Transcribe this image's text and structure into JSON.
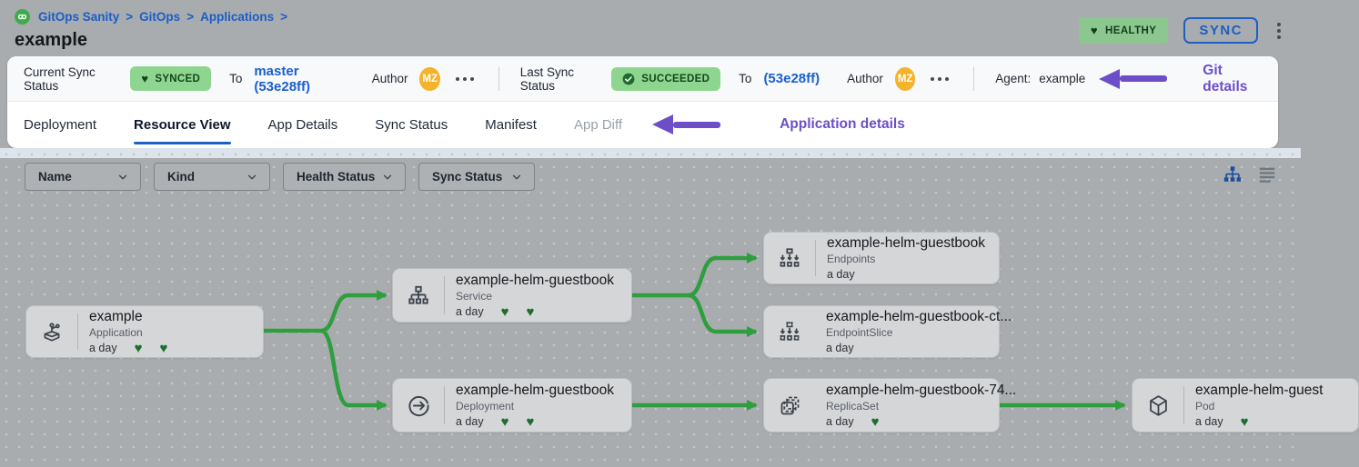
{
  "page": {
    "breadcrumb": {
      "items": [
        "GitOps Sanity",
        "GitOps",
        "Applications"
      ],
      "separator": ">"
    },
    "title": "example",
    "health_badge": "HEALTHY",
    "sync_button": "SYNC"
  },
  "status_bar": {
    "current": {
      "label": "Current Sync Status",
      "badge": "SYNCED",
      "to_label": "To",
      "target": "master (53e28ff)",
      "author_label": "Author",
      "author_initials": "MZ"
    },
    "last": {
      "label": "Last Sync Status",
      "badge": "SUCCEEDED",
      "to_label": "To",
      "target": "(53e28ff)",
      "author_label": "Author",
      "author_initials": "MZ"
    },
    "agent": {
      "label": "Agent:",
      "value": "example"
    },
    "annotation": "Git details"
  },
  "tabs": {
    "items": [
      {
        "label": "Deployment",
        "active": false
      },
      {
        "label": "Resource View",
        "active": true
      },
      {
        "label": "App Details",
        "active": false
      },
      {
        "label": "Sync Status",
        "active": false
      },
      {
        "label": "Manifest",
        "active": false
      },
      {
        "label": "App Diff",
        "active": false,
        "disabled": true
      }
    ],
    "annotation": "Application details"
  },
  "filters": [
    "Name",
    "Kind",
    "Health Status",
    "Sync Status"
  ],
  "canvas": {
    "nodes": [
      {
        "title": "example",
        "kind": "Application",
        "age": "a day",
        "hearts": 2
      },
      {
        "title": "example-helm-guestbook",
        "kind": "Service",
        "age": "a day",
        "hearts": 2
      },
      {
        "title": "example-helm-guestbook",
        "kind": "Deployment",
        "age": "a day",
        "hearts": 2
      },
      {
        "title": "example-helm-guestbook",
        "kind": "Endpoints",
        "age": "a day",
        "hearts": 0
      },
      {
        "title": "example-helm-guestbook-ct...",
        "kind": "EndpointSlice",
        "age": "a day",
        "hearts": 0
      },
      {
        "title": "example-helm-guestbook-74...",
        "kind": "ReplicaSet",
        "age": "a day",
        "hearts": 1
      },
      {
        "title": "example-helm-guest",
        "kind": "Pod",
        "age": "a day",
        "hearts": 1
      }
    ]
  },
  "icons": {
    "heart": "♥"
  },
  "colors": {
    "edge_green": "#2f9e3f",
    "heart_green": "#1b6e2d",
    "badge_green_bg": "#8ed68f",
    "badge_green_text": "#14441c",
    "health_badge_bg": "#8bc78e",
    "annotation_purple": "#6d4ec9",
    "link_blue": "#1a5dc8",
    "accent_blue": "#1b5fc1",
    "tab_underline_blue": "#1a62c5",
    "avatar_orange": "#f4b32a",
    "canvas_gray": "#a9acae",
    "node_bg": "#d5d6d8"
  }
}
